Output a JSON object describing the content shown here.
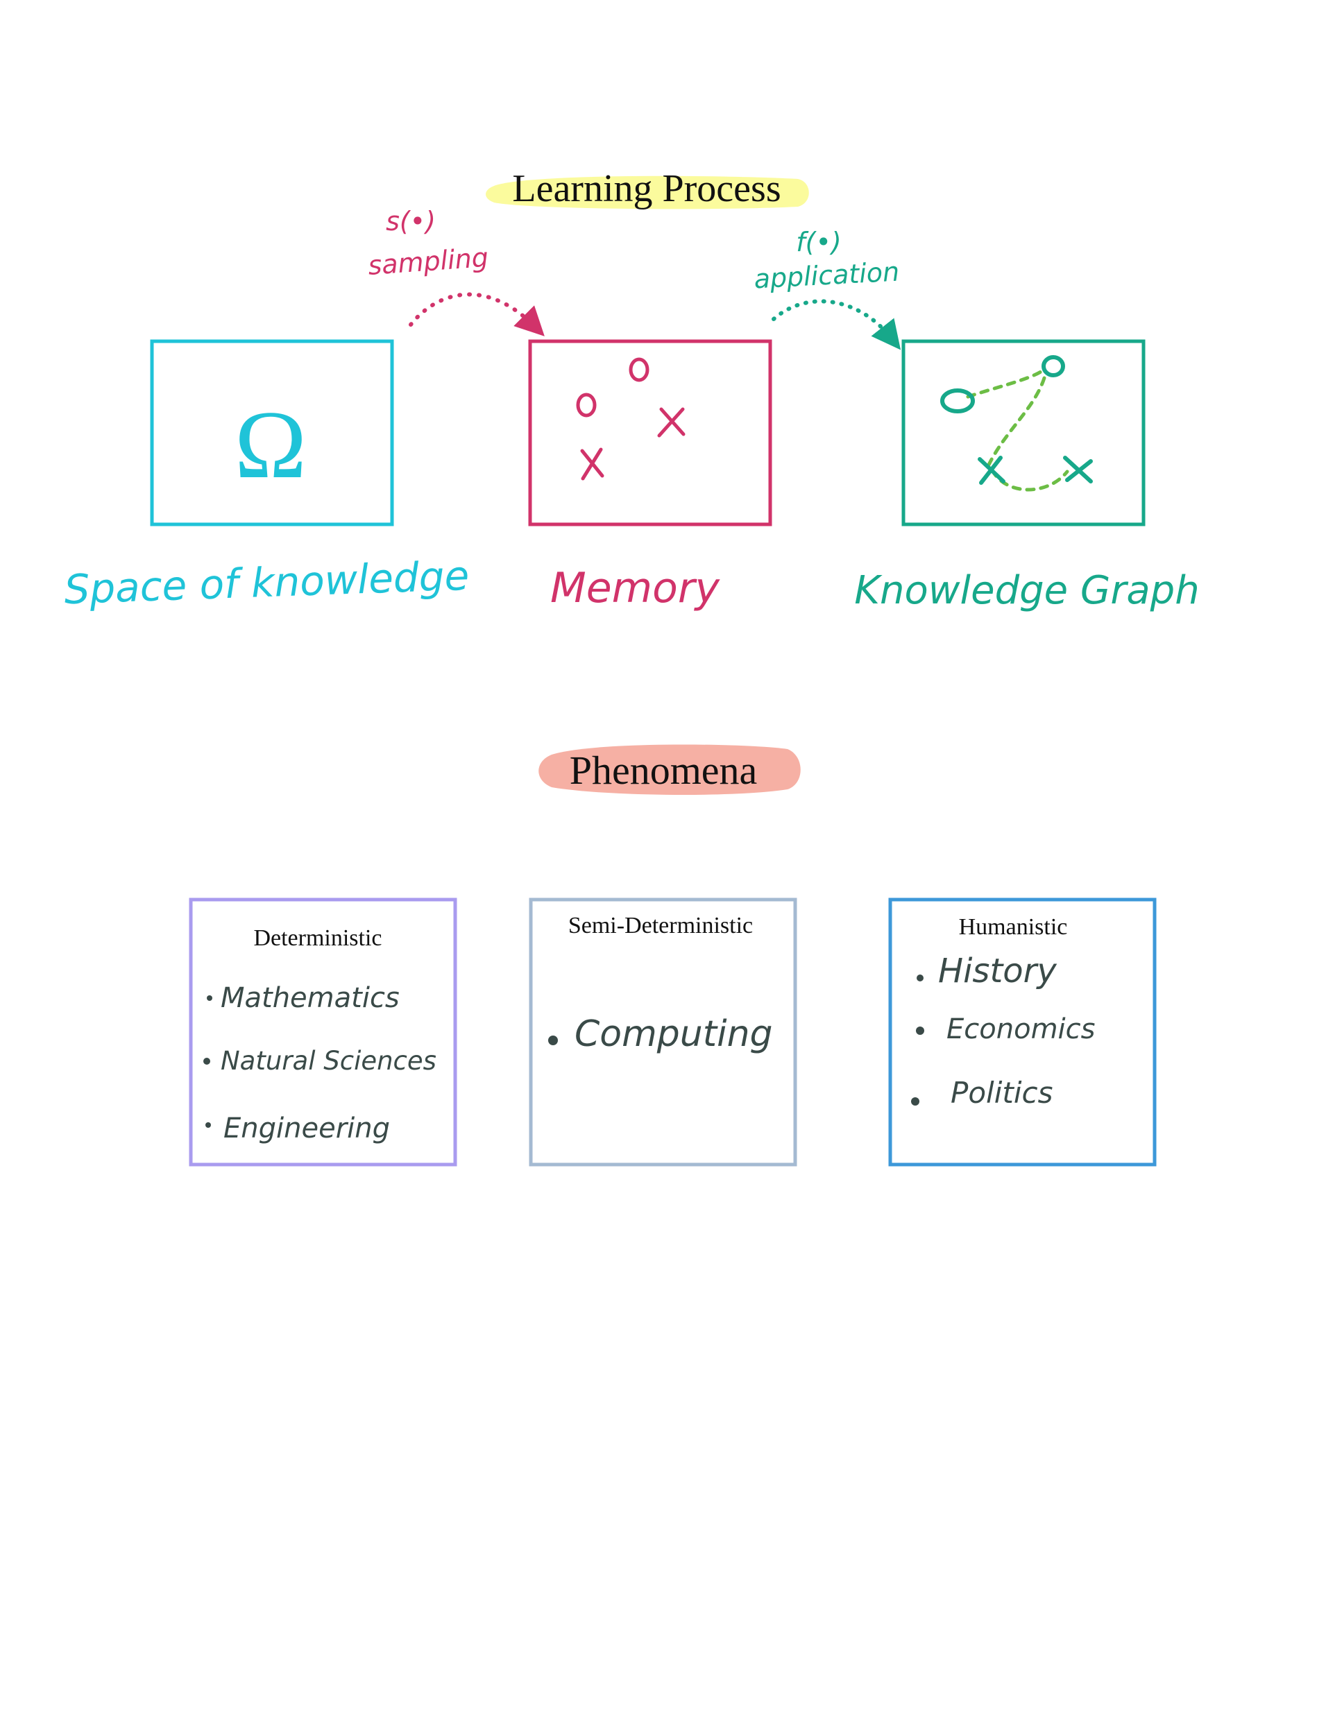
{
  "colors": {
    "cyan": "#1fc3d8",
    "magenta": "#d1336a",
    "teal": "#17a88a",
    "graph_edge": "#6cbd45",
    "highlight_yellow": "#fafa8c",
    "highlight_salmon": "#f5a79a",
    "purple": "#a99bef",
    "grayblue": "#a4bad2",
    "blue": "#3d98d9",
    "ink": "#3a4a48",
    "text": "#111111"
  },
  "learning_process": {
    "title": "Learning Process",
    "arrows": [
      {
        "id": "sampling",
        "func": "s(•)",
        "label": "sampling"
      },
      {
        "id": "application",
        "func": "f(•)",
        "label": "application"
      }
    ],
    "boxes": [
      {
        "id": "space",
        "symbol": "Ω",
        "caption": "Space of knowledge"
      },
      {
        "id": "memory",
        "caption": "Memory",
        "marks": [
          "o",
          "o",
          "x",
          "x"
        ]
      },
      {
        "id": "graph",
        "caption": "Knowledge Graph",
        "marks": [
          "o",
          "o",
          "x",
          "x"
        ]
      }
    ]
  },
  "phenomena": {
    "title": "Phenomena",
    "categories": [
      {
        "id": "deterministic",
        "title": "Deterministic",
        "items": [
          "Mathematics",
          "Natural Sciences",
          "Engineering"
        ]
      },
      {
        "id": "semi",
        "title": "Semi-Deterministic",
        "items": [
          "Computing"
        ]
      },
      {
        "id": "humanistic",
        "title": "Humanistic",
        "items": [
          "History",
          "Economics",
          "Politics"
        ]
      }
    ]
  }
}
